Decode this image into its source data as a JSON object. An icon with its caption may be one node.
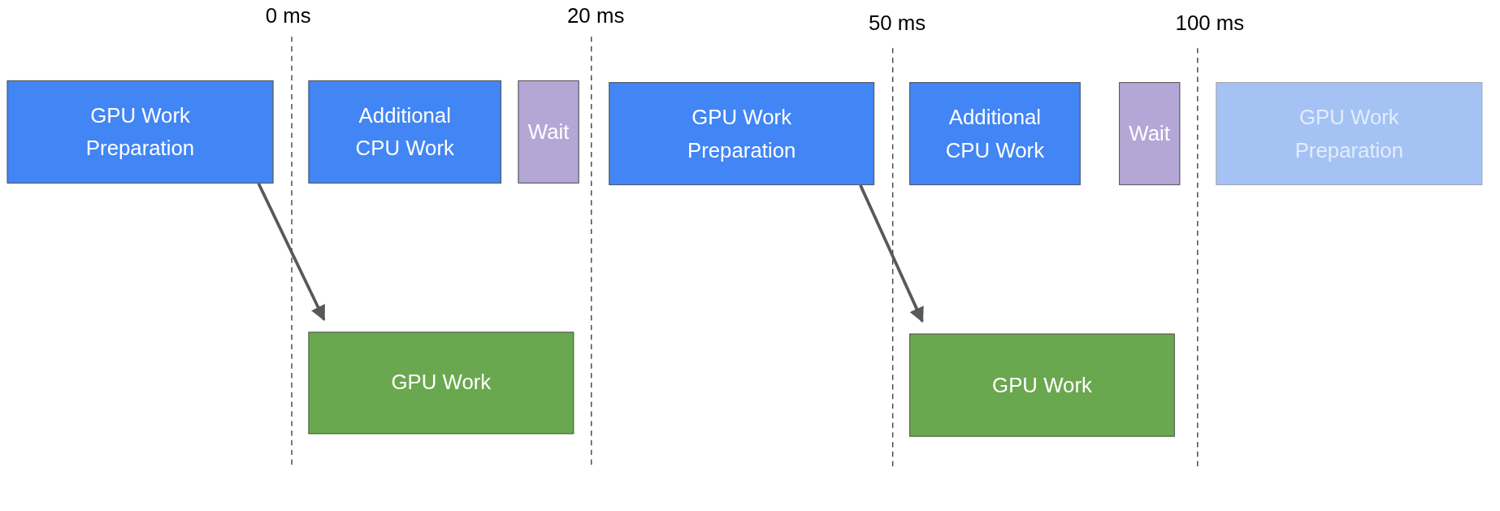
{
  "diagram": {
    "nodes": [
      {
        "text": [
          "GPU Work Preparation"
        ]
      },
      {
        "text": [
          "Additional CPU Work"
        ]
      },
      {
        "text": [
          "Wait"
        ]
      },
      {
        "text": [
          "GPU Work Preparation"
        ]
      },
      {
        "text": [
          "Additional CPU Work"
        ]
      },
      {
        "text": [
          "Wait"
        ]
      },
      {
        "text": [
          "GPU Work Preparation"
        ]
      },
      {
        "text": [
          "GPU Work"
        ]
      },
      {
        "text": [
          "GPU Work"
        ]
      }
    ],
    "edges": [
      {
        "from": 0,
        "to": 7,
        "arrow": "to"
      },
      {
        "from": 3,
        "to": 8,
        "arrow": "to"
      }
    ],
    "labels": [
      "0 ms",
      "20 ms",
      "50 ms",
      "100 ms"
    ]
  }
}
